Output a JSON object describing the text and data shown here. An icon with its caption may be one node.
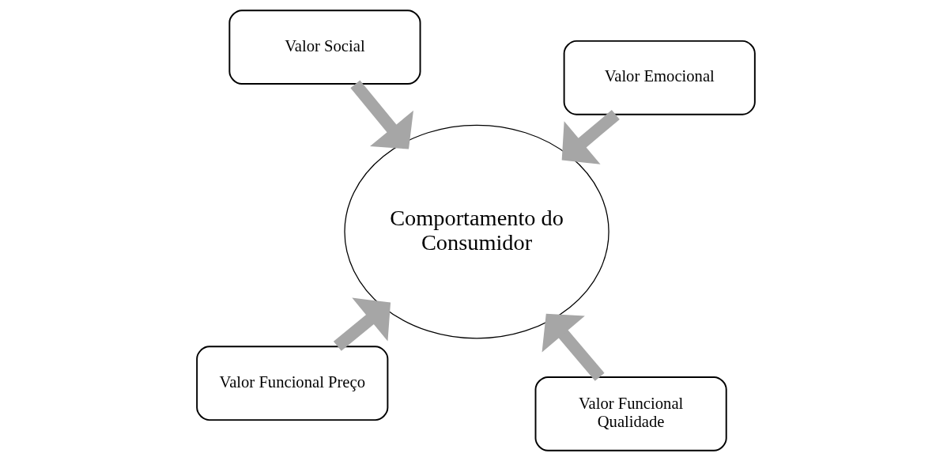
{
  "diagram": {
    "nodes": [
      {
        "text": [
          "Valor Funcional Preço"
        ]
      },
      {
        "text": [
          "Valor Funcional Qualidade"
        ]
      },
      {
        "text": [
          "Comportamento do Consumidor"
        ]
      },
      {
        "text": [
          "Valor Social"
        ]
      },
      {
        "text": [
          "Valor Emocional"
        ]
      }
    ],
    "edges": [
      {
        "from": 0,
        "to": 2,
        "arrow": "to"
      },
      {
        "from": 1,
        "to": 2,
        "arrow": "to"
      },
      {
        "from": 3,
        "to": 2,
        "arrow": "to"
      },
      {
        "from": 4,
        "to": 2,
        "arrow": "to"
      }
    ]
  }
}
